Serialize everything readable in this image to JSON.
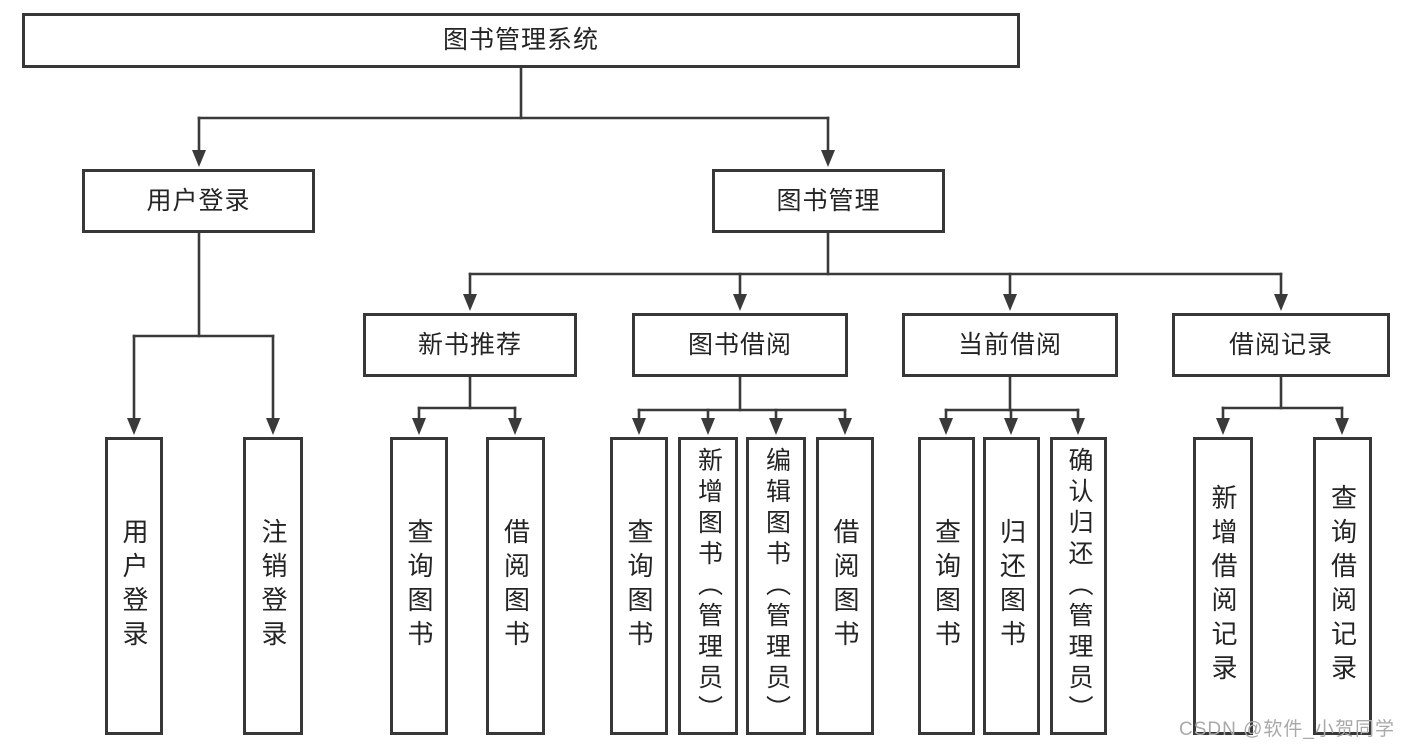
{
  "colors": {
    "line": "#3a3a3a",
    "text": "#242424",
    "watermark": "#a9a9a9",
    "background": "#ffffff"
  },
  "watermark": "CSDN @软件_小贺同学",
  "tree": {
    "label": "图书管理系统",
    "children": [
      {
        "label": "用户登录",
        "children": [
          {
            "label": "用户登录"
          },
          {
            "label": "注销登录"
          }
        ]
      },
      {
        "label": "图书管理",
        "children": [
          {
            "label": "新书推荐",
            "children": [
              {
                "label": "查询图书"
              },
              {
                "label": "借阅图书"
              }
            ]
          },
          {
            "label": "图书借阅",
            "children": [
              {
                "label": "查询图书"
              },
              {
                "label": "新增图书（管理员）"
              },
              {
                "label": "编辑图书（管理员）"
              },
              {
                "label": "借阅图书"
              }
            ]
          },
          {
            "label": "当前借阅",
            "children": [
              {
                "label": "查询图书"
              },
              {
                "label": "归还图书"
              },
              {
                "label": "确认归还（管理员）"
              }
            ]
          },
          {
            "label": "借阅记录",
            "children": [
              {
                "label": "新增借阅记录"
              },
              {
                "label": "查询借阅记录"
              }
            ]
          }
        ]
      }
    ]
  }
}
